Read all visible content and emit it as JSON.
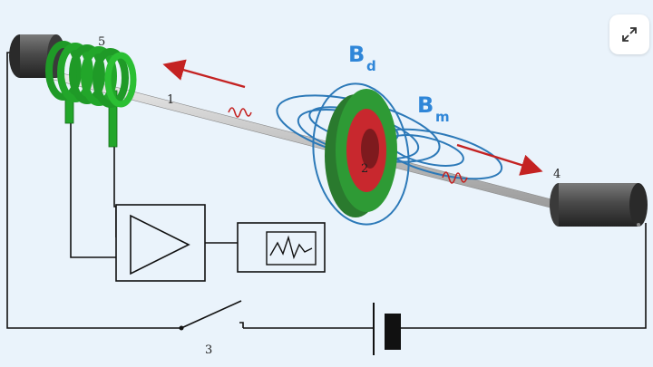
{
  "labels": {
    "rod": "1",
    "ring": "2",
    "switch": "3",
    "magnet": "4",
    "coil": "5"
  },
  "fields": {
    "bd_main": "B",
    "bd_sub": "d",
    "bm_main": "B",
    "bm_sub": "m"
  },
  "colors": {
    "coil": "#22a62a",
    "ring_outer": "#2e9a35",
    "ring_inner": "#c8282e",
    "field_lines": "#2c79b8",
    "arrows": "#c42222",
    "wires": "#111111",
    "field_text": "#2f86d8"
  },
  "icons": {
    "expand": "expand-arrows-icon"
  }
}
